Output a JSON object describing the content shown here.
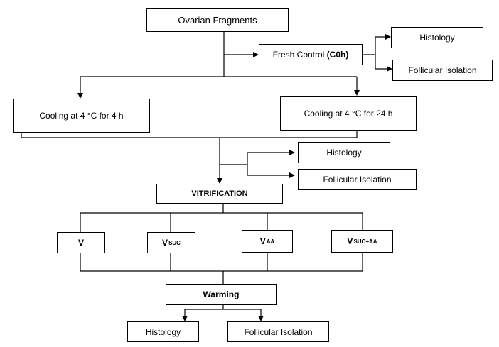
{
  "nodes": {
    "ovarian_fragments": "Ovarian Fragments",
    "fresh_control": {
      "text": "Fresh Control ",
      "code": "(C0h)"
    },
    "histology_1": "Histology",
    "follicular_isolation_1": "Follicular Isolation",
    "cooling_4h": "Cooling at 4 °C for 4 h",
    "cooling_24h": "Cooling at 4 °C for 24 h",
    "histology_2": "Histology",
    "follicular_isolation_2": "Follicular Isolation",
    "vitrification": "VITRIFICATION",
    "v": "V",
    "v_suc": {
      "main": "V",
      "sub": "SUC"
    },
    "v_aa": {
      "main": "V",
      "sub": "AA"
    },
    "v_suc_aa": {
      "main": "V",
      "sub": "SUC+AA"
    },
    "warming": "Warming",
    "histology_3": "Histology",
    "follicular_isolation_3": "Follicular Isolation"
  }
}
